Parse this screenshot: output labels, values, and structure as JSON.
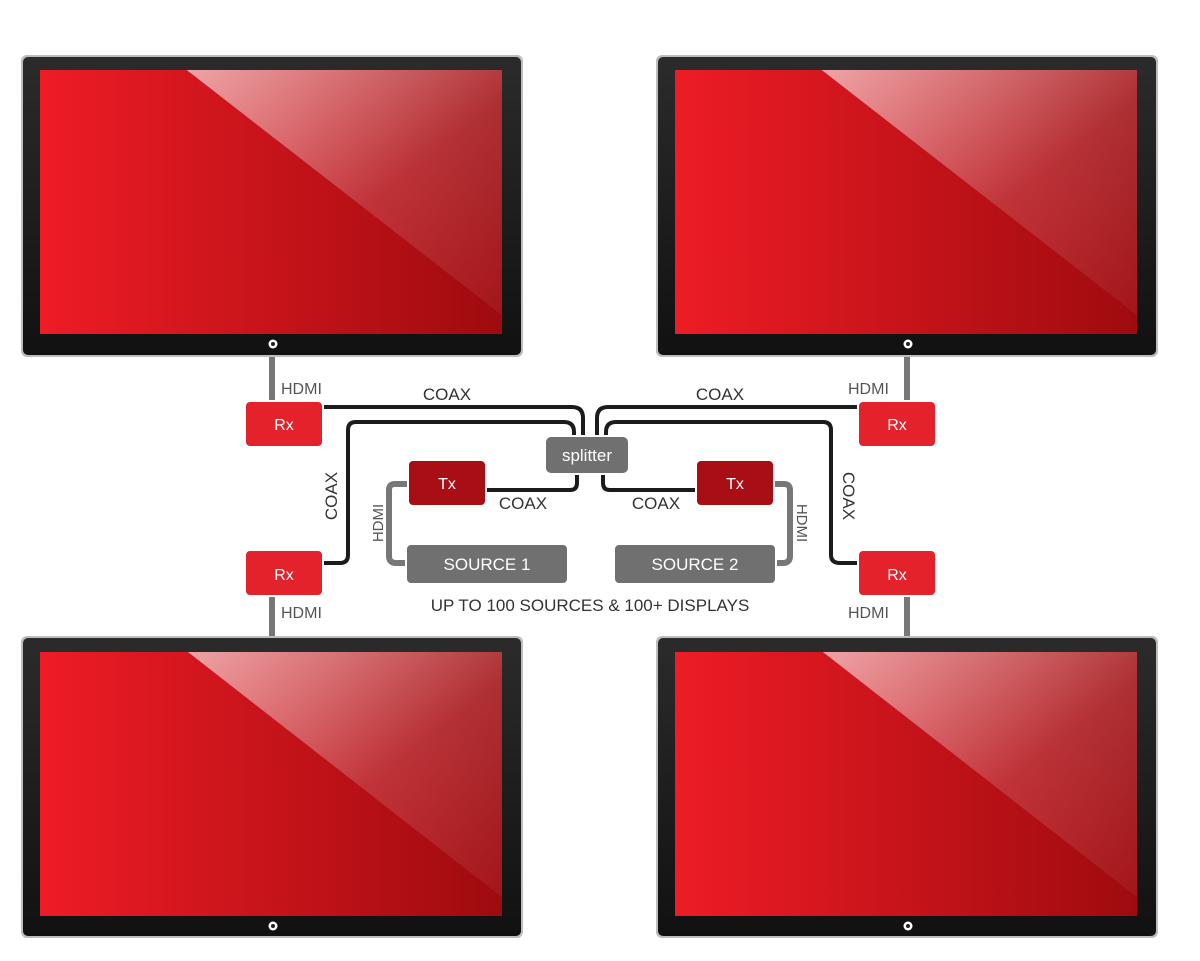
{
  "colors": {
    "screen_left": "#ee1c25",
    "screen_right": "#9e0b0f",
    "bezel": "#1e1e1e",
    "receiver": "#e3222b",
    "transmitter": "#a80f14",
    "splitter": "#707070",
    "source": "#707070",
    "coax_cable": "#1b1b1b",
    "hdmi_cable": "#777777",
    "label_text": "#333333"
  },
  "displays": [
    {
      "name": "top-left"
    },
    {
      "name": "top-right"
    },
    {
      "name": "bottom-left"
    },
    {
      "name": "bottom-right"
    }
  ],
  "receivers": [
    {
      "label": "Rx"
    },
    {
      "label": "Rx"
    },
    {
      "label": "Rx"
    },
    {
      "label": "Rx"
    }
  ],
  "transmitters": [
    {
      "label": "Tx"
    },
    {
      "label": "Tx"
    }
  ],
  "splitter": {
    "label": "splitter"
  },
  "sources": [
    {
      "label": "SOURCE 1"
    },
    {
      "label": "SOURCE 2"
    }
  ],
  "cable_labels": {
    "hdmi_top_left": "HDMI",
    "hdmi_top_right": "HDMI",
    "hdmi_bottom_left": "HDMI",
    "hdmi_bottom_right": "HDMI",
    "hdmi_source_1": "HDMI",
    "hdmi_source_2": "HDMI",
    "coax_top_left": "COAX",
    "coax_top_right": "COAX",
    "coax_left_vertical": "COAX",
    "coax_right_vertical": "COAX",
    "coax_tx1": "COAX",
    "coax_tx2": "COAX"
  },
  "caption": "UP TO 100 SOURCES & 100+ DISPLAYS"
}
